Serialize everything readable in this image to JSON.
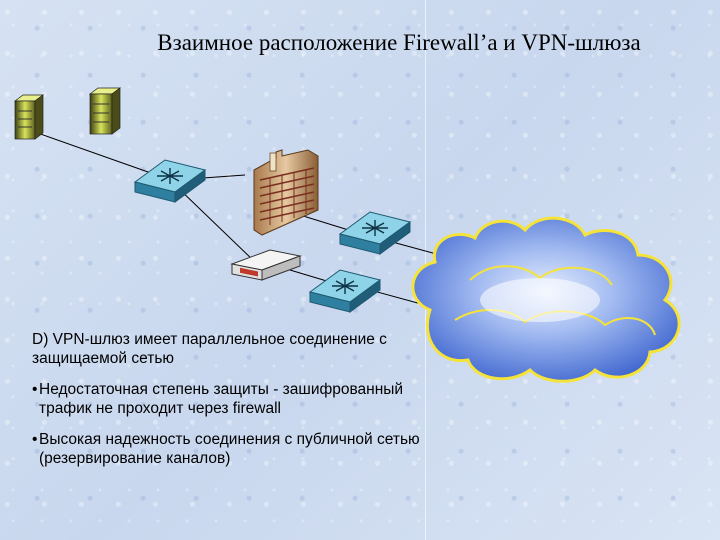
{
  "title": "Взаимное расположение Firewall’a и VPN-шлюза",
  "paragraph": "D) VPN-шлюз имеет параллельное соединение с защищаемой сетью",
  "bullets": [
    "Недостаточная степень защиты - зашифрованный трафик не проходит через firewall",
    "Высокая надежность соединения с публичной сетью (резервирование каналов)"
  ],
  "bullet_glyph": "•",
  "icons": [
    "server-icon",
    "server-icon",
    "switch-icon",
    "firewall-icon",
    "vpn-gateway-icon",
    "switch-icon",
    "switch-icon",
    "internet-cloud-icon"
  ],
  "colors": {
    "background": "#cfdcef",
    "cloud": "#4a73d9",
    "cloud_light": "#c9d8ff",
    "cloud_outline": "#f5e33a",
    "switch": "#8fd3e8",
    "server": "#d7e24a",
    "firewall": "#c89a6a"
  }
}
